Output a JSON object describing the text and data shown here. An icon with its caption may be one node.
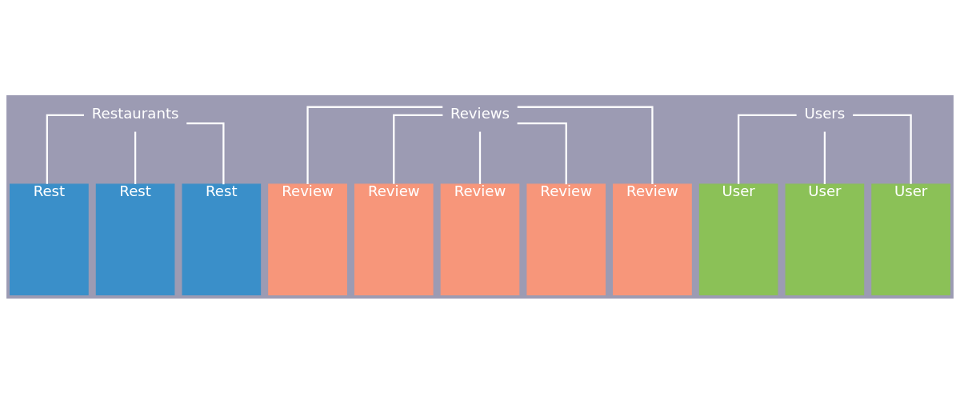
{
  "diagram": {
    "nodes": [
      {
        "text": [
          "Restaurants"
        ]
      },
      {
        "text": [
          "Reviews"
        ]
      },
      {
        "text": [
          "Users"
        ]
      },
      {
        "text": [
          "Rest"
        ]
      },
      {
        "text": [
          "Rest"
        ]
      },
      {
        "text": [
          "Rest"
        ]
      },
      {
        "text": [
          "Review"
        ]
      },
      {
        "text": [
          "Review"
        ]
      },
      {
        "text": [
          "Review"
        ]
      },
      {
        "text": [
          "Review"
        ]
      },
      {
        "text": [
          "Review"
        ]
      },
      {
        "text": [
          "User"
        ]
      },
      {
        "text": [
          "User"
        ]
      },
      {
        "text": [
          "User"
        ]
      }
    ],
    "edges": [
      {
        "from": 0,
        "to": 3,
        "arrow": "none"
      },
      {
        "from": 0,
        "to": 4,
        "arrow": "none"
      },
      {
        "from": 0,
        "to": 5,
        "arrow": "none"
      },
      {
        "from": 1,
        "to": 6,
        "arrow": "none"
      },
      {
        "from": 1,
        "to": 7,
        "arrow": "none"
      },
      {
        "from": 1,
        "to": 8,
        "arrow": "none"
      },
      {
        "from": 1,
        "to": 9,
        "arrow": "none"
      },
      {
        "from": 1,
        "to": 10,
        "arrow": "none"
      },
      {
        "from": 2,
        "to": 11,
        "arrow": "none"
      },
      {
        "from": 2,
        "to": 12,
        "arrow": "none"
      },
      {
        "from": 2,
        "to": 13,
        "arrow": "none"
      }
    ]
  }
}
